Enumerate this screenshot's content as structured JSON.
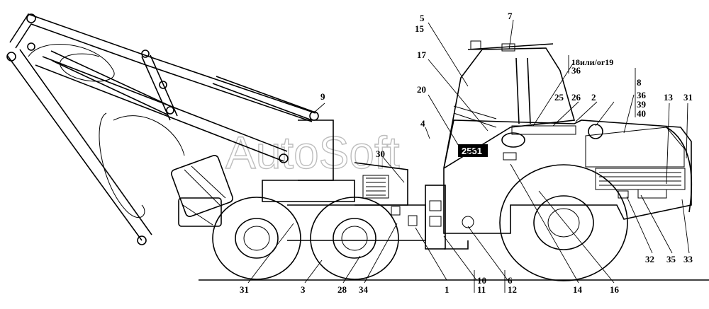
{
  "watermark": "AutoSoft",
  "plate_number": "2551",
  "callouts": {
    "c5": "5",
    "c15": "15",
    "c7": "7",
    "c17": "17",
    "c18": "18или/or19",
    "c36a": "36",
    "c20": "20",
    "c25": "25",
    "c26": "26",
    "c2": "2",
    "c8": "8",
    "c36b": "36",
    "c39": "39",
    "c40": "40",
    "c13": "13",
    "c31a": "31",
    "c9": "9",
    "c4": "4",
    "c30": "30",
    "c31b": "31",
    "c3": "3",
    "c28": "28",
    "c34": "34",
    "c1": "1",
    "c10": "10",
    "c11": "11",
    "c6": "6",
    "c12": "12",
    "c14": "14",
    "c16": "16",
    "c32": "32",
    "c35": "35",
    "c33": "33"
  }
}
